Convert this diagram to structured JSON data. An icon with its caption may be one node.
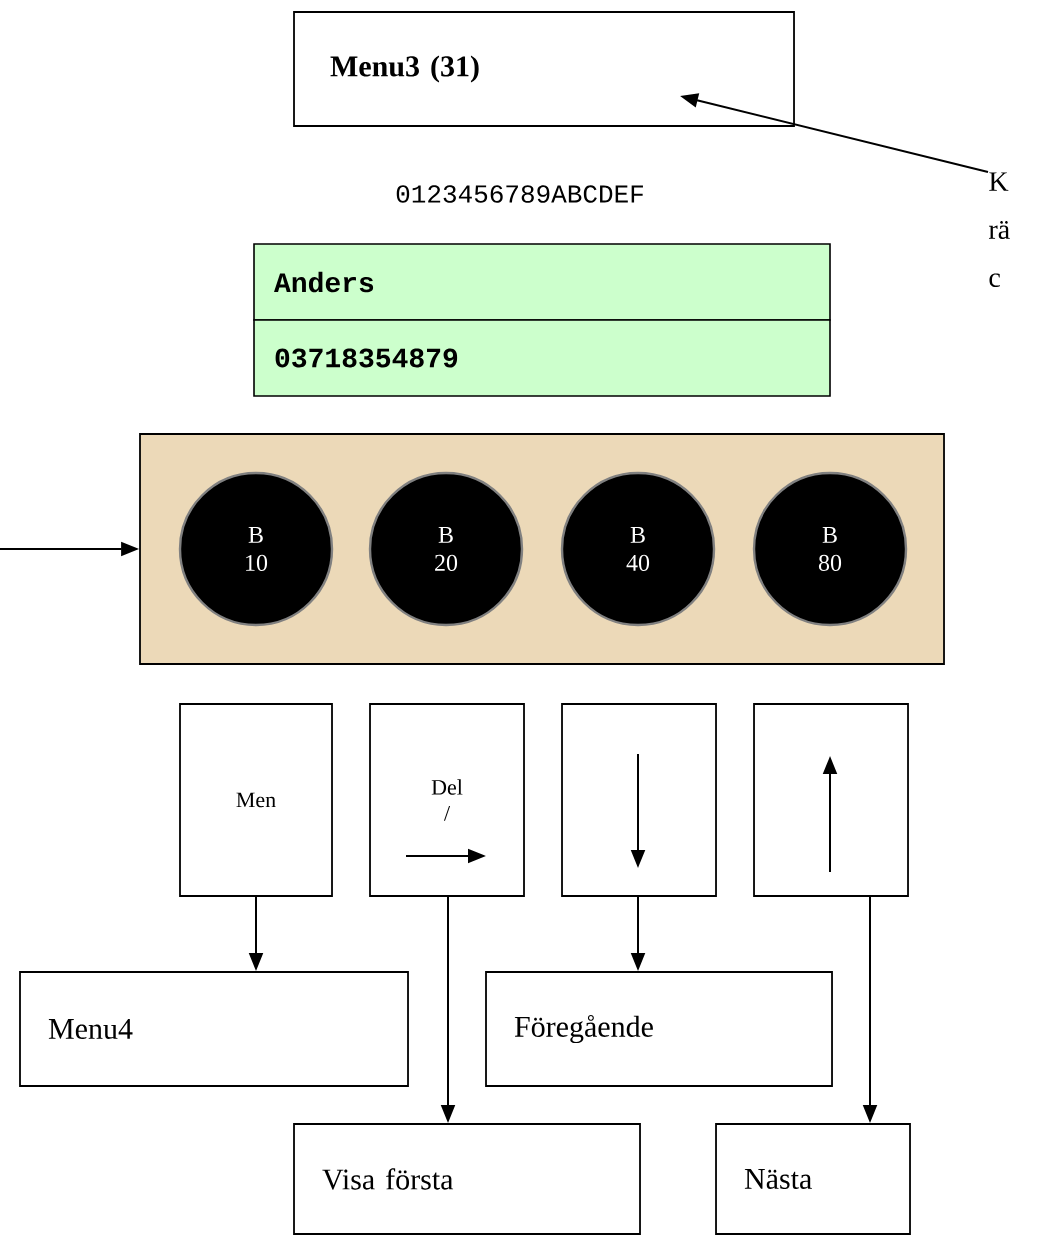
{
  "diagram": {
    "nodes": [
      {
        "text": [
          "Menu3 (31)"
        ]
      },
      {
        "text": [
          "K rä c"
        ]
      },
      {
        "text": [
          "Anders"
        ]
      },
      {
        "text": [
          "03718354879"
        ]
      },
      {
        "text": [],
        "shape": "box"
      },
      {
        "text": [
          "B 10"
        ],
        "in": 4
      },
      {
        "text": [
          "B 20"
        ],
        "in": 4
      },
      {
        "text": [
          "B 40"
        ],
        "in": 4
      },
      {
        "text": [
          "B 80"
        ],
        "in": 4
      },
      {
        "text": [
          "Men"
        ]
      },
      {
        "text": [
          "Del /"
        ]
      },
      {
        "text": [],
        "shape": "box"
      },
      {
        "text": [],
        "shape": "box"
      },
      {
        "text": [
          "Menu4"
        ]
      },
      {
        "text": [
          "Föregående"
        ]
      },
      {
        "text": [
          "Visa första"
        ]
      },
      {
        "text": [
          "Nästa"
        ]
      }
    ],
    "edges": [
      {
        "from": 1,
        "to": 0,
        "arrow": "to"
      },
      {
        "from": null,
        "to": 4,
        "arrow": "to"
      },
      {
        "from": 9,
        "to": 13,
        "arrow": "to"
      },
      {
        "from": 10,
        "to": 15,
        "arrow": "to"
      },
      {
        "from": 11,
        "to": 14,
        "arrow": "to"
      },
      {
        "from": 12,
        "to": 16,
        "arrow": "to"
      }
    ],
    "labels": [
      "0123456789ABCDEF"
    ]
  }
}
